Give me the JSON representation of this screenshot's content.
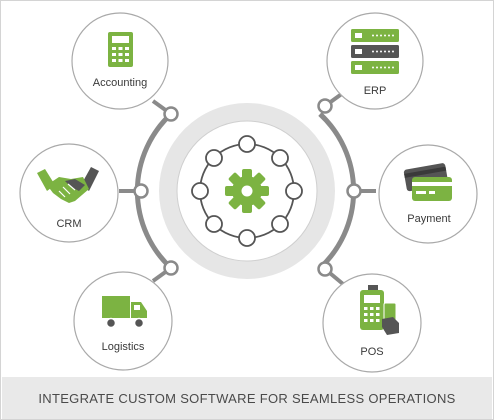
{
  "nodes": {
    "accounting": "Accounting",
    "erp": "ERP",
    "crm": "CRM",
    "payment": "Payment",
    "logistics": "Logistics",
    "pos": "POS"
  },
  "footer": {
    "caption": "INTEGRATE CUSTOM SOFTWARE FOR SEAMLESS OPERATIONS"
  },
  "colors": {
    "accent_green": "#7cb342",
    "arc_gray": "#8a8a8a",
    "node_border": "#a9a9a9",
    "hub_outer": "#e6e6e6",
    "text": "#3a3a3a",
    "footer_bg": "#e9e9e9"
  },
  "icons": {
    "hub": "gear-network-icon",
    "accounting": "calculator-icon",
    "erp": "server-rack-icon",
    "crm": "handshake-icon",
    "payment": "credit-card-icon",
    "logistics": "delivery-truck-icon",
    "pos": "card-terminal-icon"
  }
}
